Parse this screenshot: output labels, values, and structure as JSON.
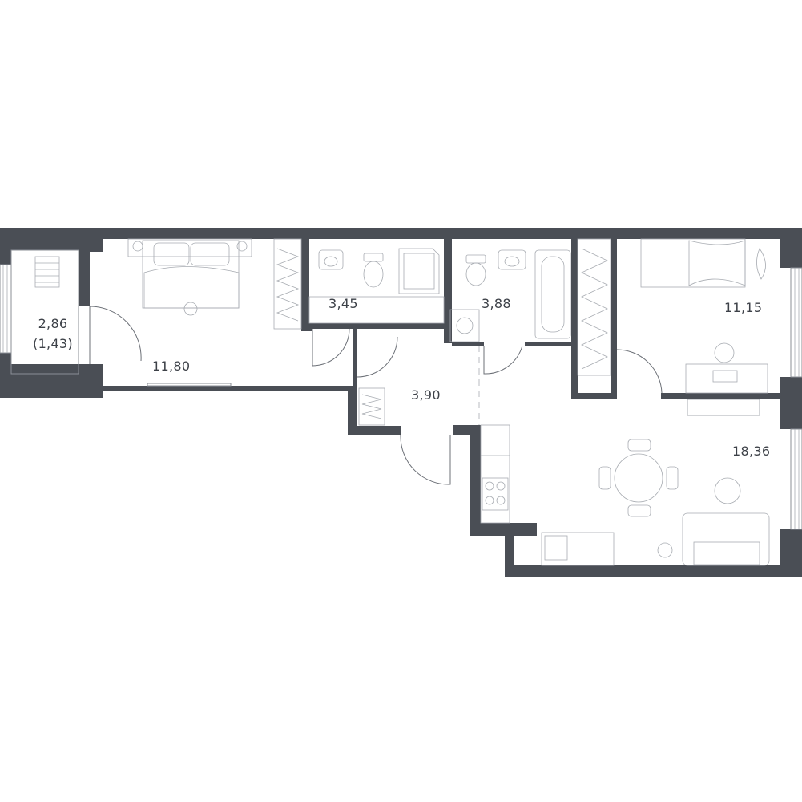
{
  "rooms": {
    "loggia": {
      "area": "2,86",
      "reduced_area": "(1,43)"
    },
    "bedroom_1": {
      "area": "11,80"
    },
    "bathroom_1": {
      "area": "3,45"
    },
    "bathroom_2": {
      "area": "3,88"
    },
    "bedroom_2": {
      "area": "11,15"
    },
    "hallway": {
      "area": "3,90"
    },
    "living_kitchen": {
      "area": "18,36"
    }
  },
  "colors": {
    "wall": "#4a4e55",
    "text": "#3d4148",
    "furniture": "#a7abb1"
  },
  "icons": [
    "bed-icon",
    "toilet-icon",
    "sink-icon",
    "shower-icon",
    "bathtub-icon",
    "washer-icon",
    "wardrobe-icon",
    "dining-table-icon",
    "sofa-icon",
    "stove-icon",
    "desk-icon",
    "plant-icon",
    "dryer-rack-icon"
  ]
}
